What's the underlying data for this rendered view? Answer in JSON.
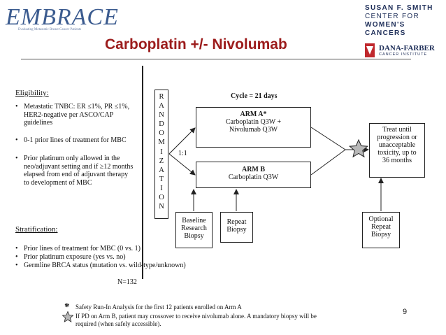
{
  "header": {
    "logo_left": "EMBRACE",
    "logo_left_tagline": "Evaluating Metastatic Breast Cancer Patients",
    "title": "Carboplatin +/- Nivolumab",
    "logo_right_lines": [
      "SUSAN F. SMITH",
      "CENTER FOR",
      "WOMEN'S CANCERS"
    ],
    "dana_farber_name": "DANA-FARBER",
    "dana_farber_sub": "CANCER INSTITUTE"
  },
  "eligibility": {
    "heading": "Eligibility:",
    "items": [
      "Metastatic TNBC: ER ≤1%, PR ≤1%,\nHER2-negative per ASCO/CAP\nguidelines",
      "0-1 prior lines of treatment for MBC",
      "Prior platinum only allowed in the\nneo/adjuvant setting and if ≥12 months\nelapsed from end of adjuvant therapy\nto development of MBC"
    ]
  },
  "stratification": {
    "heading": "Stratification:",
    "items": [
      "Prior lines of treatment for MBC (0 vs. 1)",
      "Prior platinum exposure (yes vs. no)",
      "Germline BRCA status (mutation vs. wild-type/unknown)"
    ]
  },
  "sample_size": "N=132",
  "diagram": {
    "randomization_letters": [
      "R",
      "A",
      "N",
      "D",
      "O",
      "M",
      "I",
      "Z",
      "A",
      "T",
      "I",
      "O",
      "N"
    ],
    "cycle": "Cycle = 21 days",
    "ratio": "1:1",
    "arm_a_title": "ARM A*",
    "arm_a_lines": [
      "Carboplatin Q3W +",
      "Nivolumab Q3W"
    ],
    "arm_b_title": "ARM B",
    "arm_b_lines": [
      "Carboplatin Q3W"
    ],
    "treat_lines": [
      "Treat until",
      "progression or",
      "unacceptable",
      "toxicity, up to",
      "36 months"
    ],
    "baseline_lines": [
      "Baseline",
      "Research",
      "Biopsy"
    ],
    "repeat_lines": [
      "Repeat",
      "Biopsy"
    ],
    "optional_lines": [
      "Optional",
      "Repeat",
      "Biopsy"
    ]
  },
  "footnotes": {
    "asterisk_symbol": "*",
    "asterisk_text": "Safety Run-In Analysis for the first 12 patients enrolled on Arm A",
    "star_text_1": "If PD on Arm B, patient may crossover to receive nivolumab alone. A mandatory biopsy will be",
    "star_text_2": "required (when safely accessible)."
  },
  "page_number": "9",
  "colors": {
    "title": "#9c1c1c",
    "logo_blue": "#3b5b8f",
    "navy": "#20305a",
    "df_red": "#c0282d",
    "star_fill": "#b8b8b8"
  }
}
